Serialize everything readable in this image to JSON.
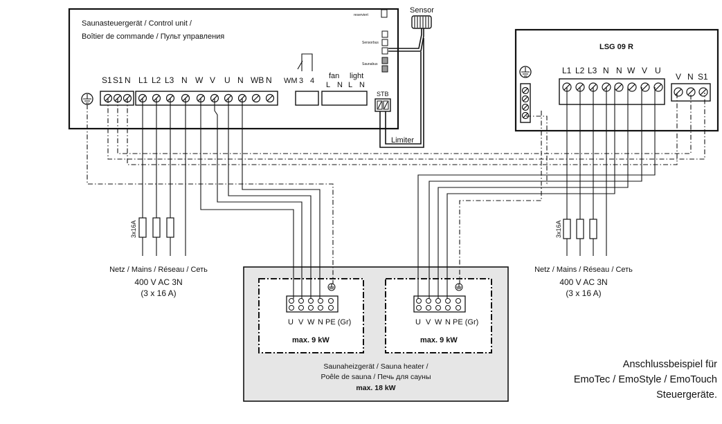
{
  "control_unit": {
    "title_line1": "Saunasteuergerät / Control unit /",
    "title_line2": "Boîtier de commande / Пульт управления",
    "terminals": [
      "S1",
      "S1",
      "N",
      "L1",
      "L2",
      "L3",
      "N",
      "W",
      "V",
      "U",
      "N",
      "WB",
      "N"
    ],
    "wm_terminals": [
      "WM",
      "3",
      "4"
    ],
    "fan_label": "fan",
    "light_label": "light",
    "fan_light_terminals": [
      "L",
      "N",
      "L",
      "N"
    ],
    "stb_label": "STB",
    "side_labels": [
      "reserviert",
      "Sensorbus",
      "Saunabus"
    ]
  },
  "sensor_label": "Sensor",
  "limiter_label": "Limiter",
  "lsg": {
    "title": "LSG 09 R",
    "terminals": [
      "L1",
      "L2",
      "L3",
      "N",
      "N",
      "W",
      "V",
      "U"
    ],
    "terminals_right": [
      "V",
      "N",
      "S1"
    ]
  },
  "mains": {
    "fuse_label": "3x16A",
    "line1": "Netz / Mains / Réseau / Сеть",
    "line2": "400 V AC 3N",
    "line3": "(3 x 16 A)"
  },
  "heater": {
    "block_labels": [
      "U",
      "V",
      "W",
      "N",
      "PE (Gr)"
    ],
    "max_label": "max. 9 kW",
    "caption_line1": "Saunaheizgerät / Sauna heater /",
    "caption_line2": "Poêle de sauna / Печь для сауны",
    "caption_line3": "max. 18 kW"
  },
  "footer": {
    "line1": "Anschlussbeispiel für",
    "line2": "EmoTec / EmoStyle / EmoTouch",
    "line3": "Steuergeräte."
  },
  "colors": {
    "line": "#111111",
    "heater_fill": "#e6e6e6",
    "led_fill": "#9a9a9a"
  }
}
